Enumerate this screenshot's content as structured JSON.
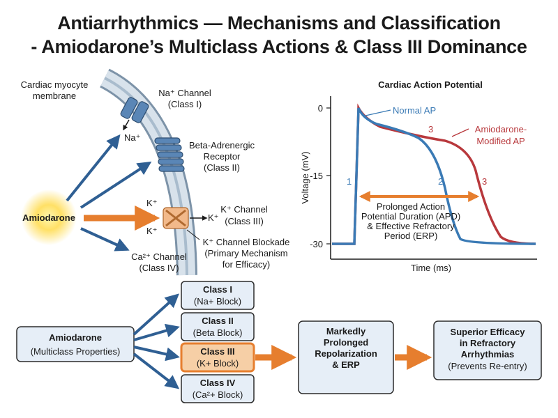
{
  "title": {
    "line1": "Antiarrhythmics — Mechanisms and Classification",
    "line2": "- Amiodarone’s Multiclass Actions & Class III Dominance"
  },
  "membrane": {
    "membrane_label_1": "Cardiac myocyte",
    "membrane_label_2": "membrane",
    "amiodarone": "Amiodarone",
    "na_channel_1": "Na⁺ Channel",
    "na_channel_2": "(Class I)",
    "na_ion": "Na⁺",
    "beta_1": "Beta-Adrenergic",
    "beta_2": "Receptor",
    "beta_3": "(Class II)",
    "k_ion_top": "K⁺",
    "k_ion_bottom": "K⁺",
    "k_ion_right": "K⁺",
    "k_channel_1": "K⁺ Channel",
    "k_channel_2": "(Class III)",
    "k_block_1": "K⁺ Channel Blockade",
    "k_block_2": "(Primary Mechanism",
    "k_block_3": "for Efficacy)",
    "ca_channel_1": "Ca²⁺ Channel",
    "ca_channel_2": "(Class IV)"
  },
  "chart_data": {
    "type": "line",
    "title": "Cardiac Action Potential",
    "xlabel": "Time (ms)",
    "ylabel": "Voltage (mV)",
    "y_ticks": [
      "0",
      "-15",
      "-30"
    ],
    "series": [
      {
        "name": "Normal AP",
        "color": "#3a7ab5"
      },
      {
        "name": "Amiodarone-Modified AP",
        "color": "#b8383c"
      }
    ],
    "legend_normal": "Normal AP",
    "legend_amio_1": "Amiodarone-",
    "legend_amio_2": "Modified AP",
    "phase_1": "1",
    "phase_2": "2",
    "phase_3_normal": "3",
    "phase_3_amio": "3",
    "annotation_1": "Prolonged Action",
    "annotation_2": "Potential Duration (APD)",
    "annotation_3": "& Effective Refractory",
    "annotation_4": "Period (ERP)"
  },
  "flow": {
    "amio_title": "Amiodarone",
    "amio_sub": "(Multiclass Properties)",
    "class1_title": "Class I",
    "class1_sub": "(Na+ Block)",
    "class2_title": "Class II",
    "class2_sub": "(Beta Block)",
    "class3_title": "Class III",
    "class3_sub": "(K+ Block)",
    "class4_title": "Class IV",
    "class4_sub": "(Ca²+ Block)",
    "repol_1": "Markedly",
    "repol_2": "Prolonged",
    "repol_3": "Repolarization",
    "repol_4": "& ERP",
    "eff_1": "Superior Efficacy",
    "eff_2": "in Refractory",
    "eff_3": "Arrhythmias",
    "eff_4": "(Prevents Re-entry)"
  },
  "colors": {
    "blue_arrow": "#2f5f93",
    "orange": "#e67e2e",
    "box_fill": "#e6eef7",
    "box_stroke": "#2b2b2b",
    "highlight_fill": "#f6cfa6"
  }
}
